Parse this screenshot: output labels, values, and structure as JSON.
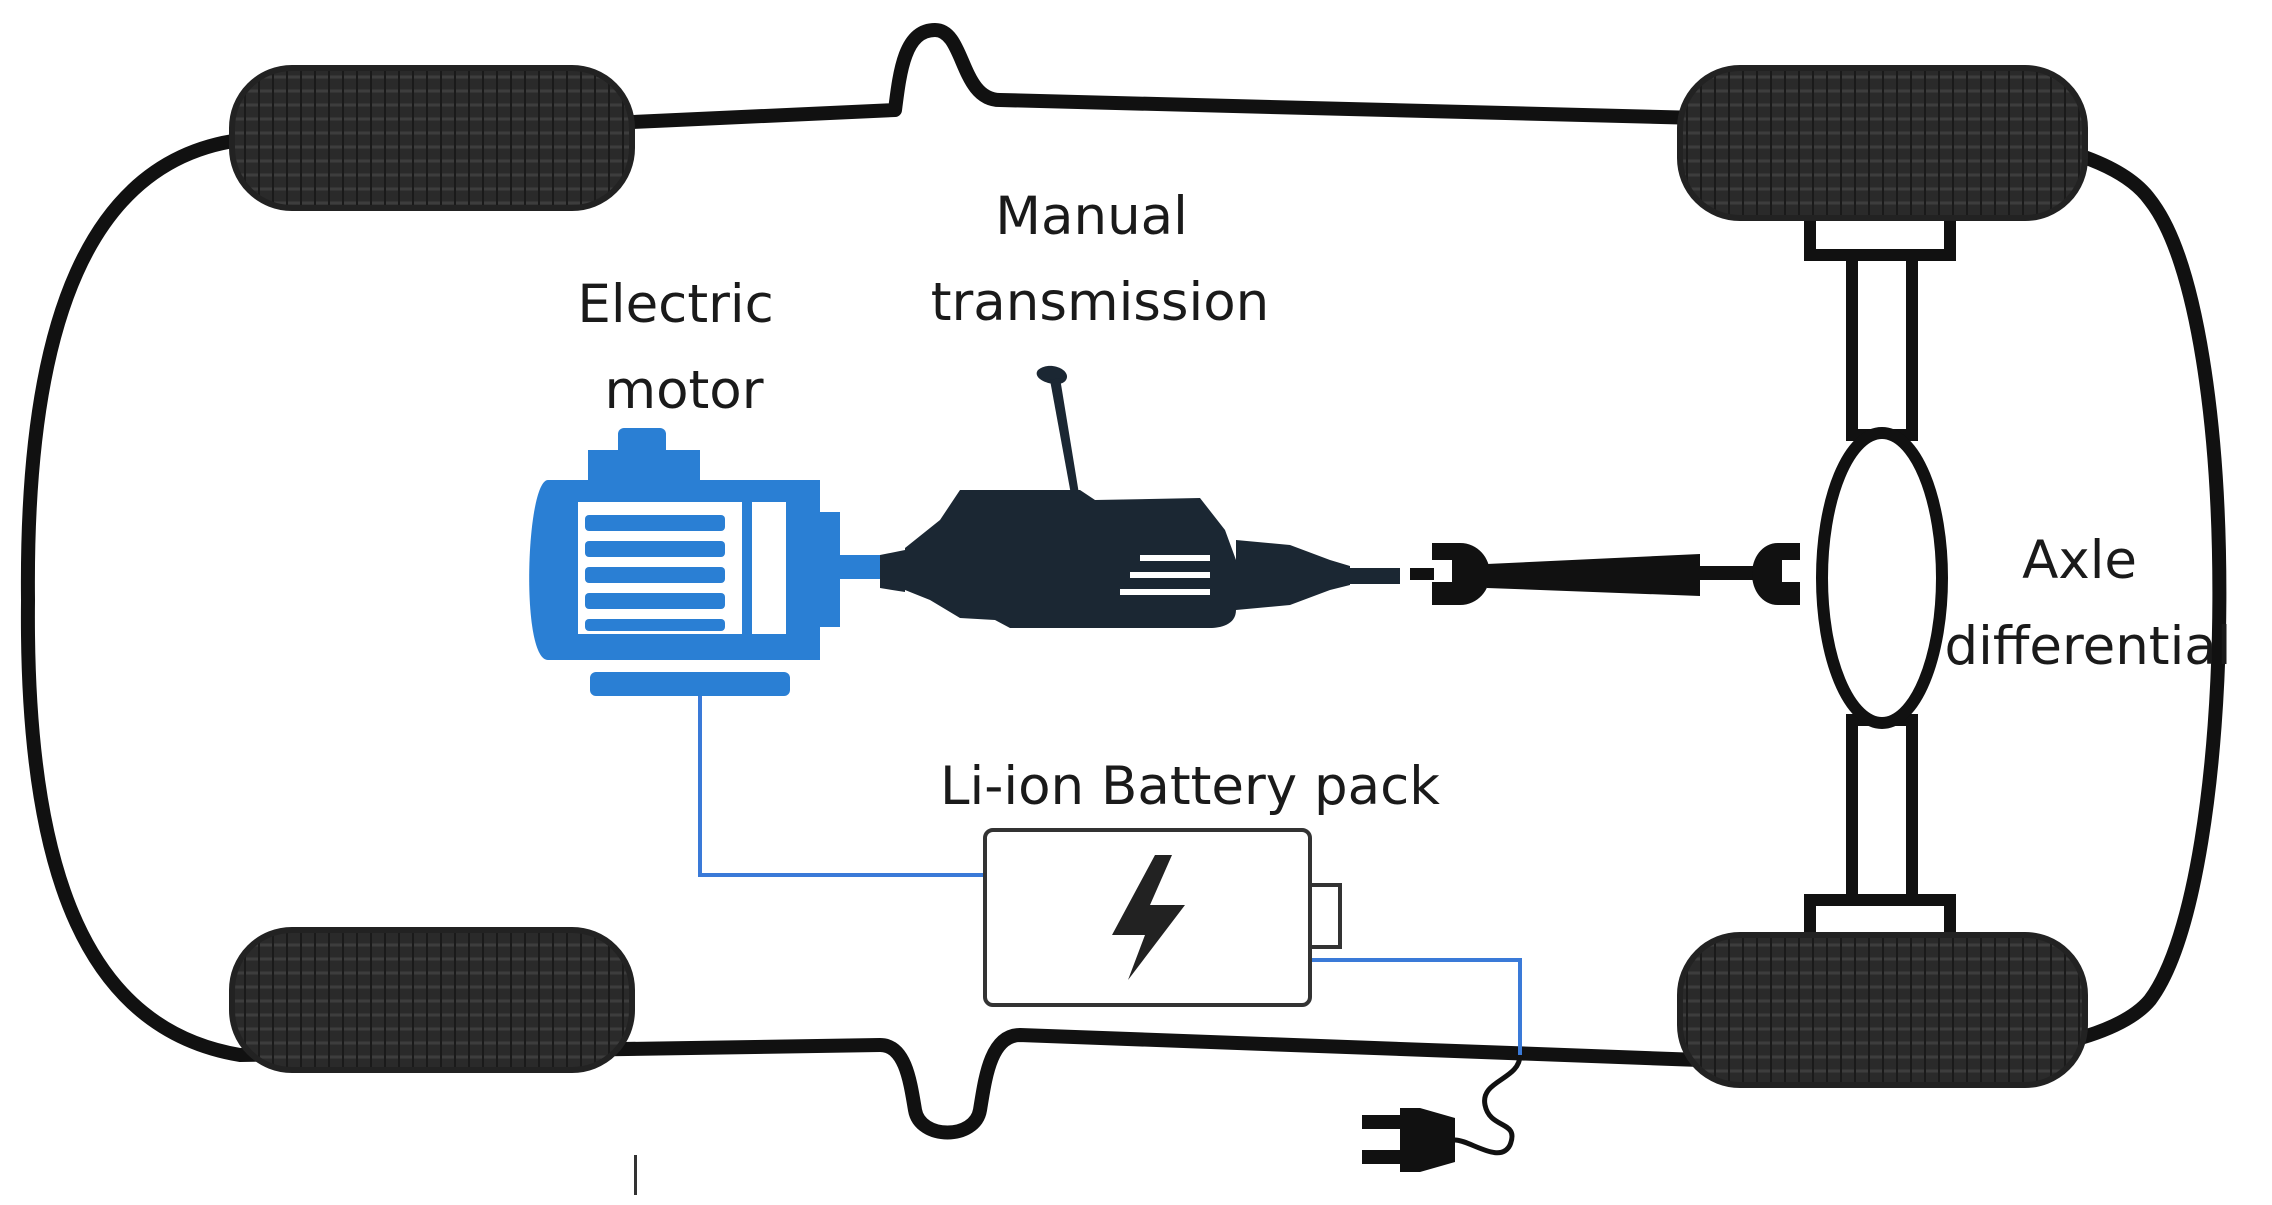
{
  "labels": {
    "electric_motor": [
      "Electric",
      "motor"
    ],
    "manual_transmission": [
      "Manual",
      "transmission"
    ],
    "battery_pack": "Li-ion Battery pack",
    "axle_differential": [
      "Axle",
      "differential"
    ]
  },
  "colors": {
    "motor": "#2a7fd4",
    "wire": "#3a7ad8",
    "chassis": "#111111",
    "tire": "#222222",
    "transmission": "#1b2733"
  }
}
